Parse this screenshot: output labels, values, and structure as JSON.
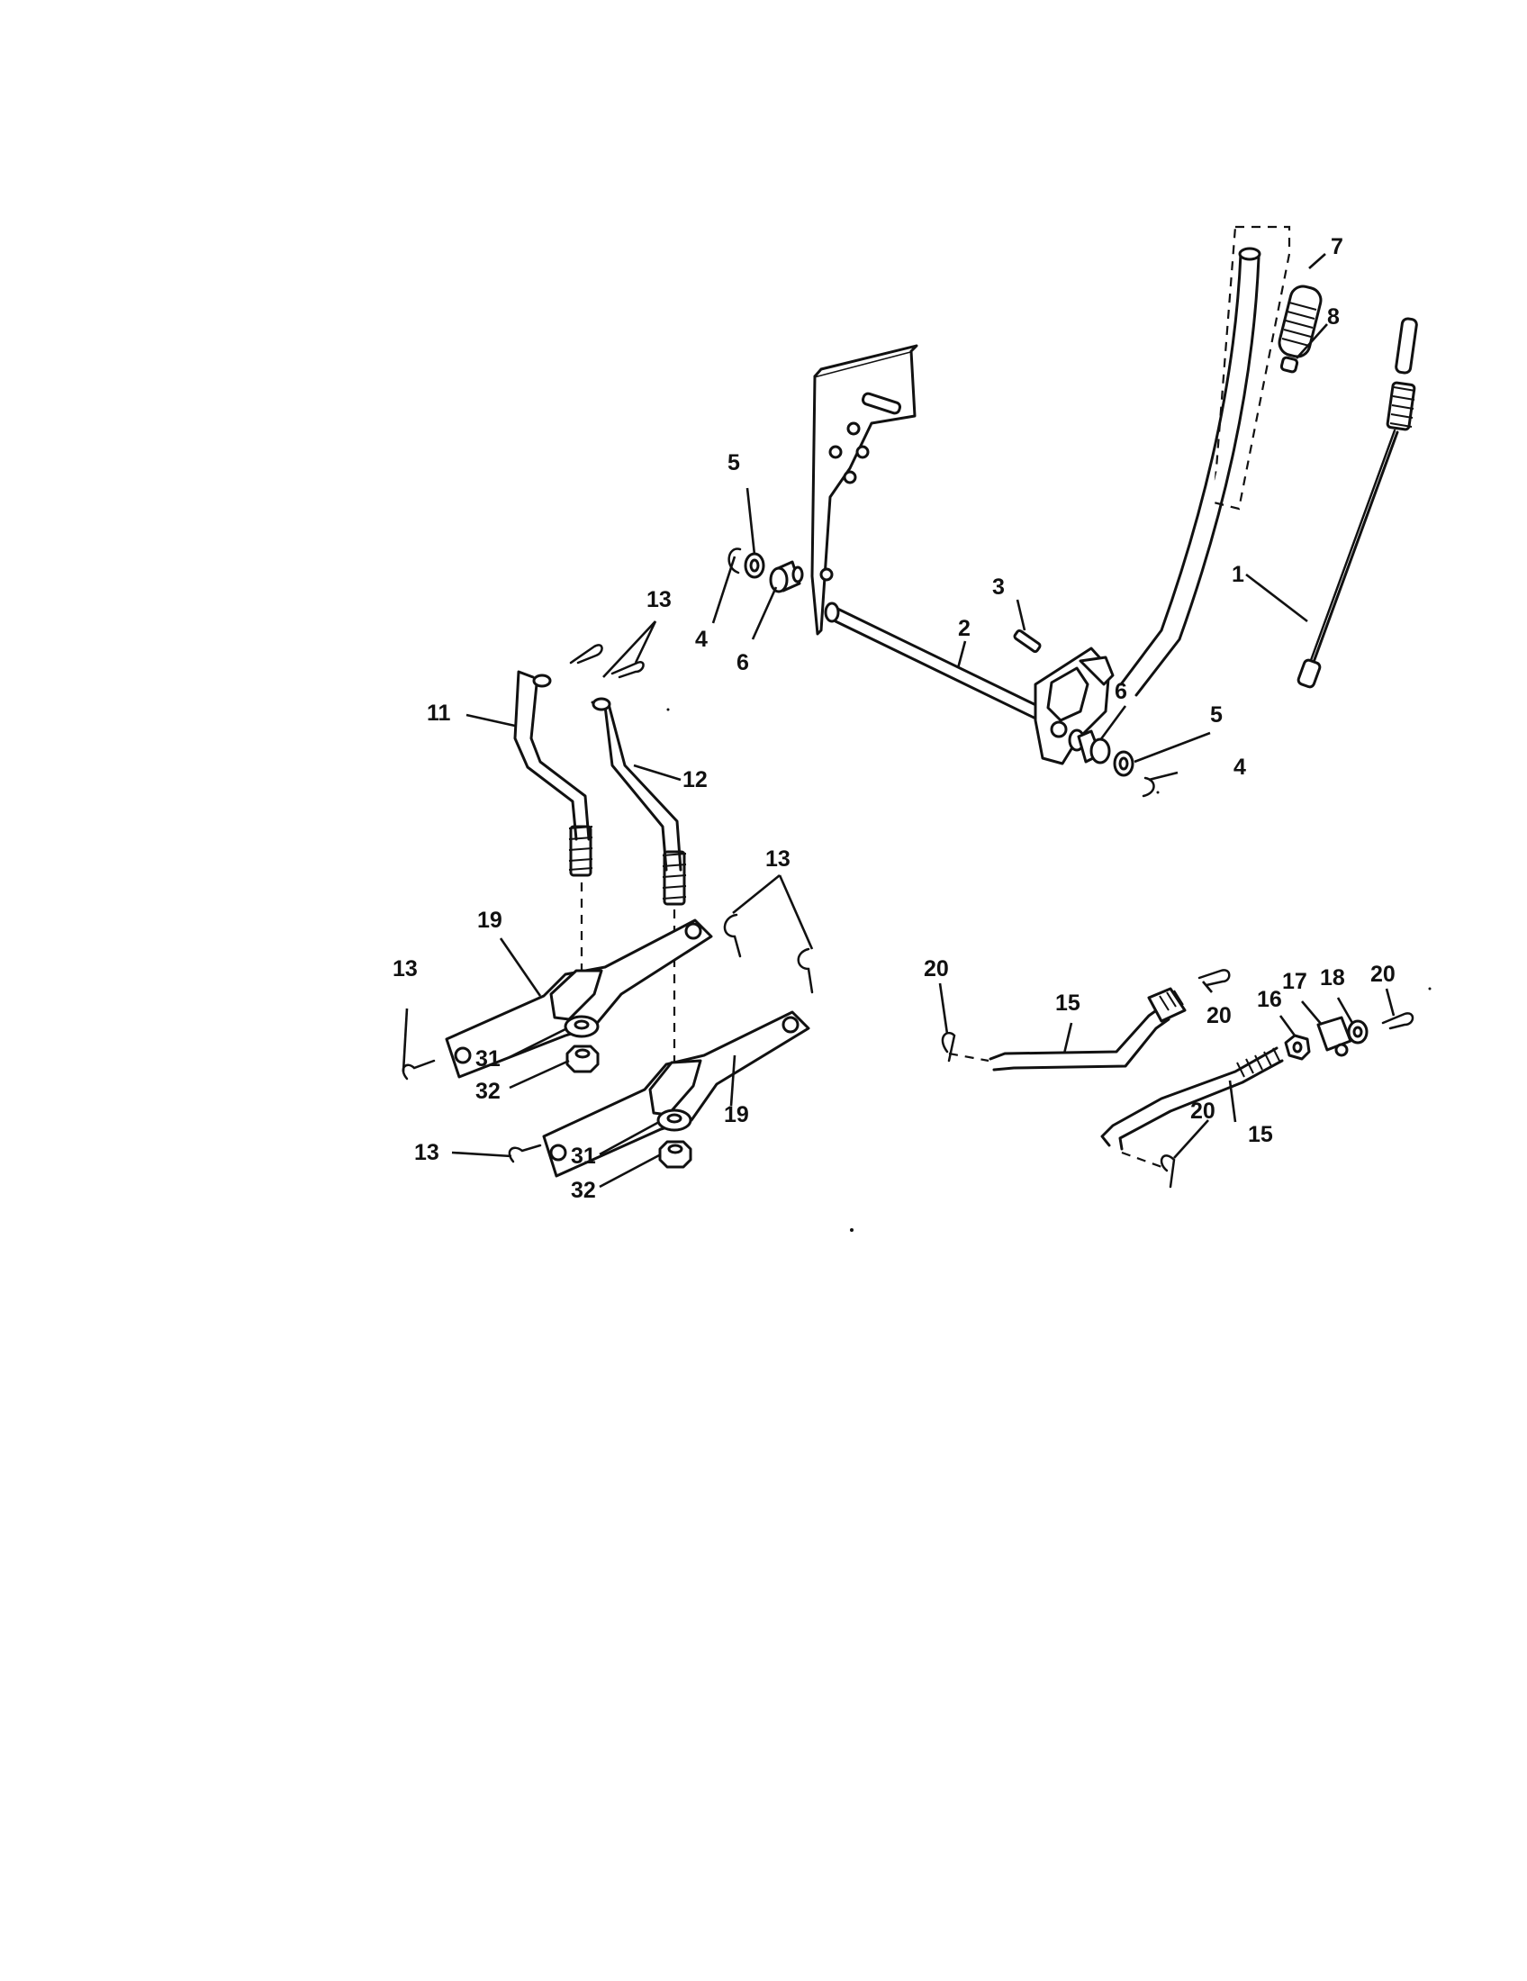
{
  "callouts": {
    "c1": "1",
    "c2": "2",
    "c3": "3",
    "c4a": "4",
    "c4b": "4",
    "c5a": "5",
    "c5b": "5",
    "c6a": "6",
    "c6b": "6",
    "c7": "7",
    "c8": "8",
    "c11": "11",
    "c12": "12",
    "c13a": "13",
    "c13b": "13",
    "c13c": "13",
    "c13d": "13",
    "c15a": "15",
    "c15b": "15",
    "c16": "16",
    "c17": "17",
    "c18": "18",
    "c19a": "19",
    "c19b": "19",
    "c20a": "20",
    "c20b": "20",
    "c20c": "20",
    "c20d": "20",
    "c31a": "31",
    "c31b": "31",
    "c32a": "32",
    "c32b": "32"
  }
}
